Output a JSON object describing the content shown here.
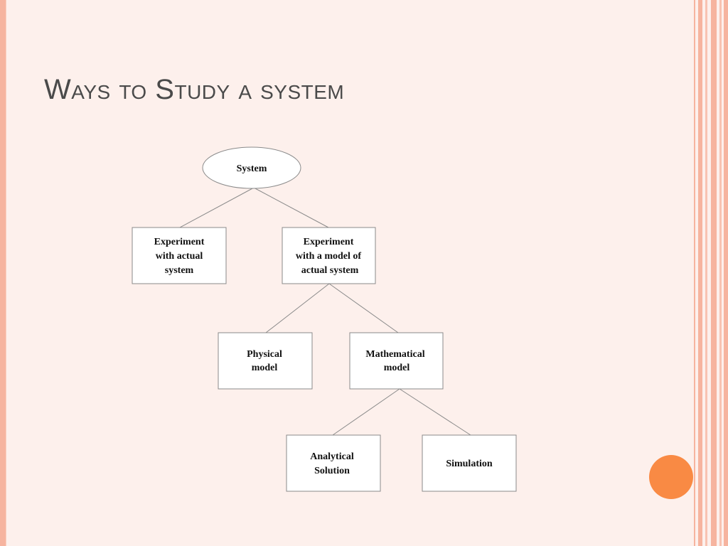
{
  "slide": {
    "title": "Ways to Study a system",
    "accent_color": "#f98a44",
    "background_color": "#fdf0ec",
    "border_color": "#f6b49f"
  },
  "diagram": {
    "root": {
      "label": "System",
      "shape": "ellipse"
    },
    "nodes": {
      "experiment_actual": [
        "Experiment",
        "with actual",
        "system"
      ],
      "experiment_model": [
        "Experiment",
        "with a model of",
        "actual system"
      ],
      "physical_model": [
        "Physical",
        "model"
      ],
      "mathematical_model": [
        "Mathematical",
        "model"
      ],
      "analytical_solution": [
        "Analytical",
        "Solution"
      ],
      "simulation": [
        "Simulation"
      ]
    },
    "edges": [
      [
        "System",
        "Experiment with actual system"
      ],
      [
        "System",
        "Experiment with a model of actual system"
      ],
      [
        "Experiment with a model of actual system",
        "Physical model"
      ],
      [
        "Experiment with a model of actual system",
        "Mathematical model"
      ],
      [
        "Mathematical model",
        "Analytical Solution"
      ],
      [
        "Mathematical model",
        "Simulation"
      ]
    ]
  }
}
